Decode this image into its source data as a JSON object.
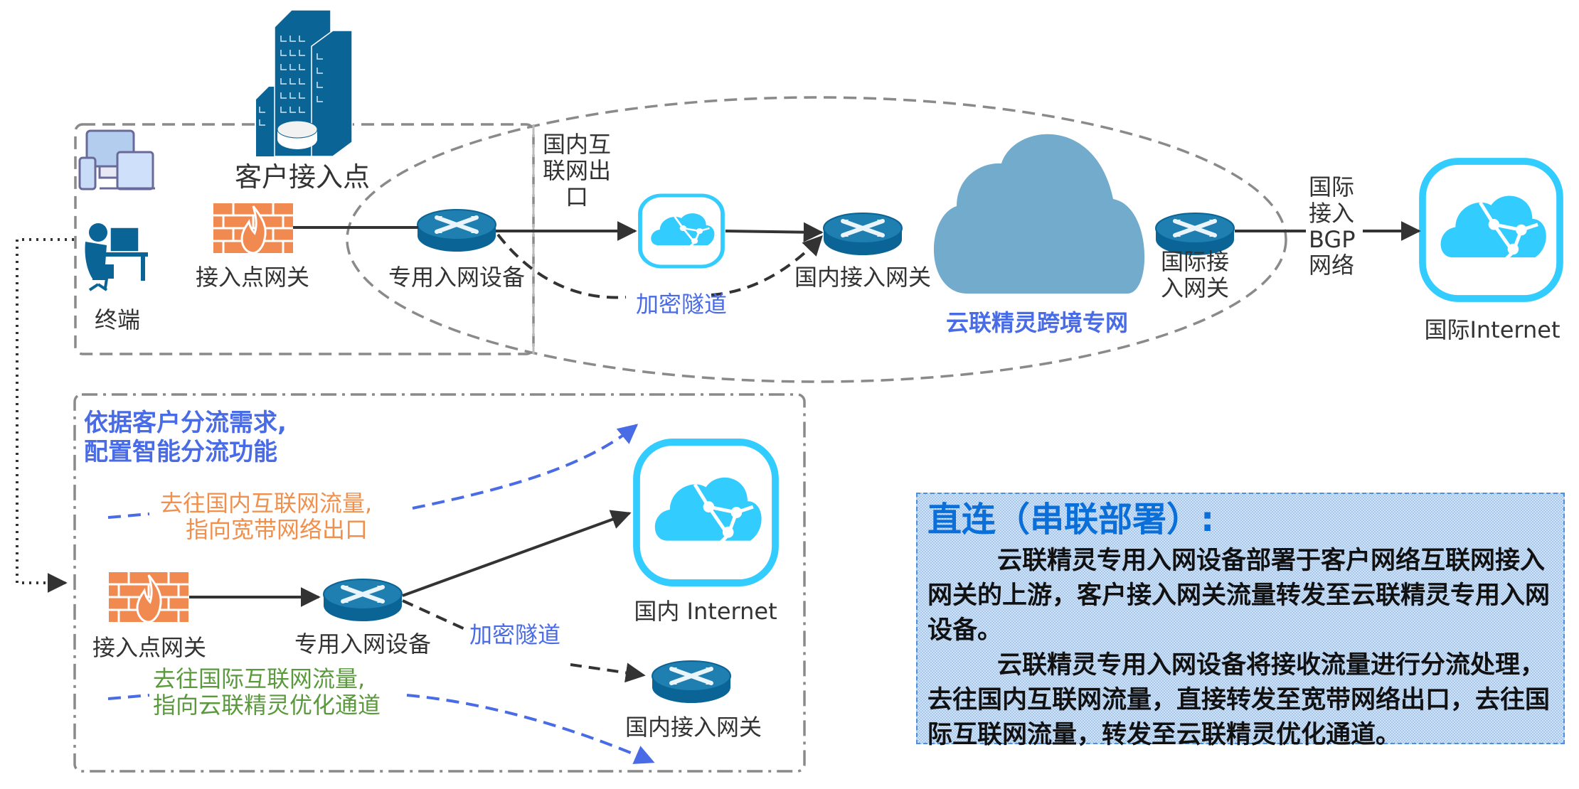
{
  "diagram": {
    "top": {
      "building_label": "客户接入点",
      "terminal_label": "终端",
      "gateway_label": "接入点网关",
      "device_label": "专用入网设备",
      "domestic_exit_label": [
        "国内互",
        "联网出",
        "口"
      ],
      "tunnel_label": "加密隧道",
      "domestic_gw_label": "国内接入网关",
      "network_label": "云联精灵跨境专网",
      "intl_gw_label": [
        "国际接",
        "入网关"
      ],
      "bgp_label": [
        "国际",
        "接入",
        "BGP",
        "网络"
      ],
      "intl_internet_label": "国际Internet"
    },
    "bottom": {
      "heading": [
        "依据客户分流需求,",
        "配置智能分流功能"
      ],
      "domestic_flow": [
        "去往国内互联网流量,",
        "指向宽带网络出口"
      ],
      "gateway_label": "接入点网关",
      "device_label": "专用入网设备",
      "tunnel_label": "加密隧道",
      "domestic_internet_label": "国内 Internet",
      "domestic_gw_label": "国内接入网关",
      "intl_flow": [
        "去往国际互联网流量,",
        "指向云联精灵优化通道"
      ]
    },
    "note": {
      "title": "直连（串联部署）:",
      "paragraphs": [
        "云联精灵专用入网设备部署于客户网络互联网接入网关的上游，客户接入网关流量转发至云联精灵专用入网设备。",
        "云联精灵专用入网设备将接收流量进行分流处理，去往国内互联网流量，直接转发至宽带网络出口，去往国际互联网流量，转发至云联精灵优化通道。"
      ]
    },
    "colors": {
      "router": "#0a6496",
      "firewall": "#f08a50",
      "cloud_big": "#72abcb",
      "internet_cyan": "#33ccff",
      "accent_blue": "#4a6be6",
      "orange_text": "#f0904c",
      "green_text": "#5a9a3c",
      "dash_gray": "#8a8a8a"
    }
  }
}
